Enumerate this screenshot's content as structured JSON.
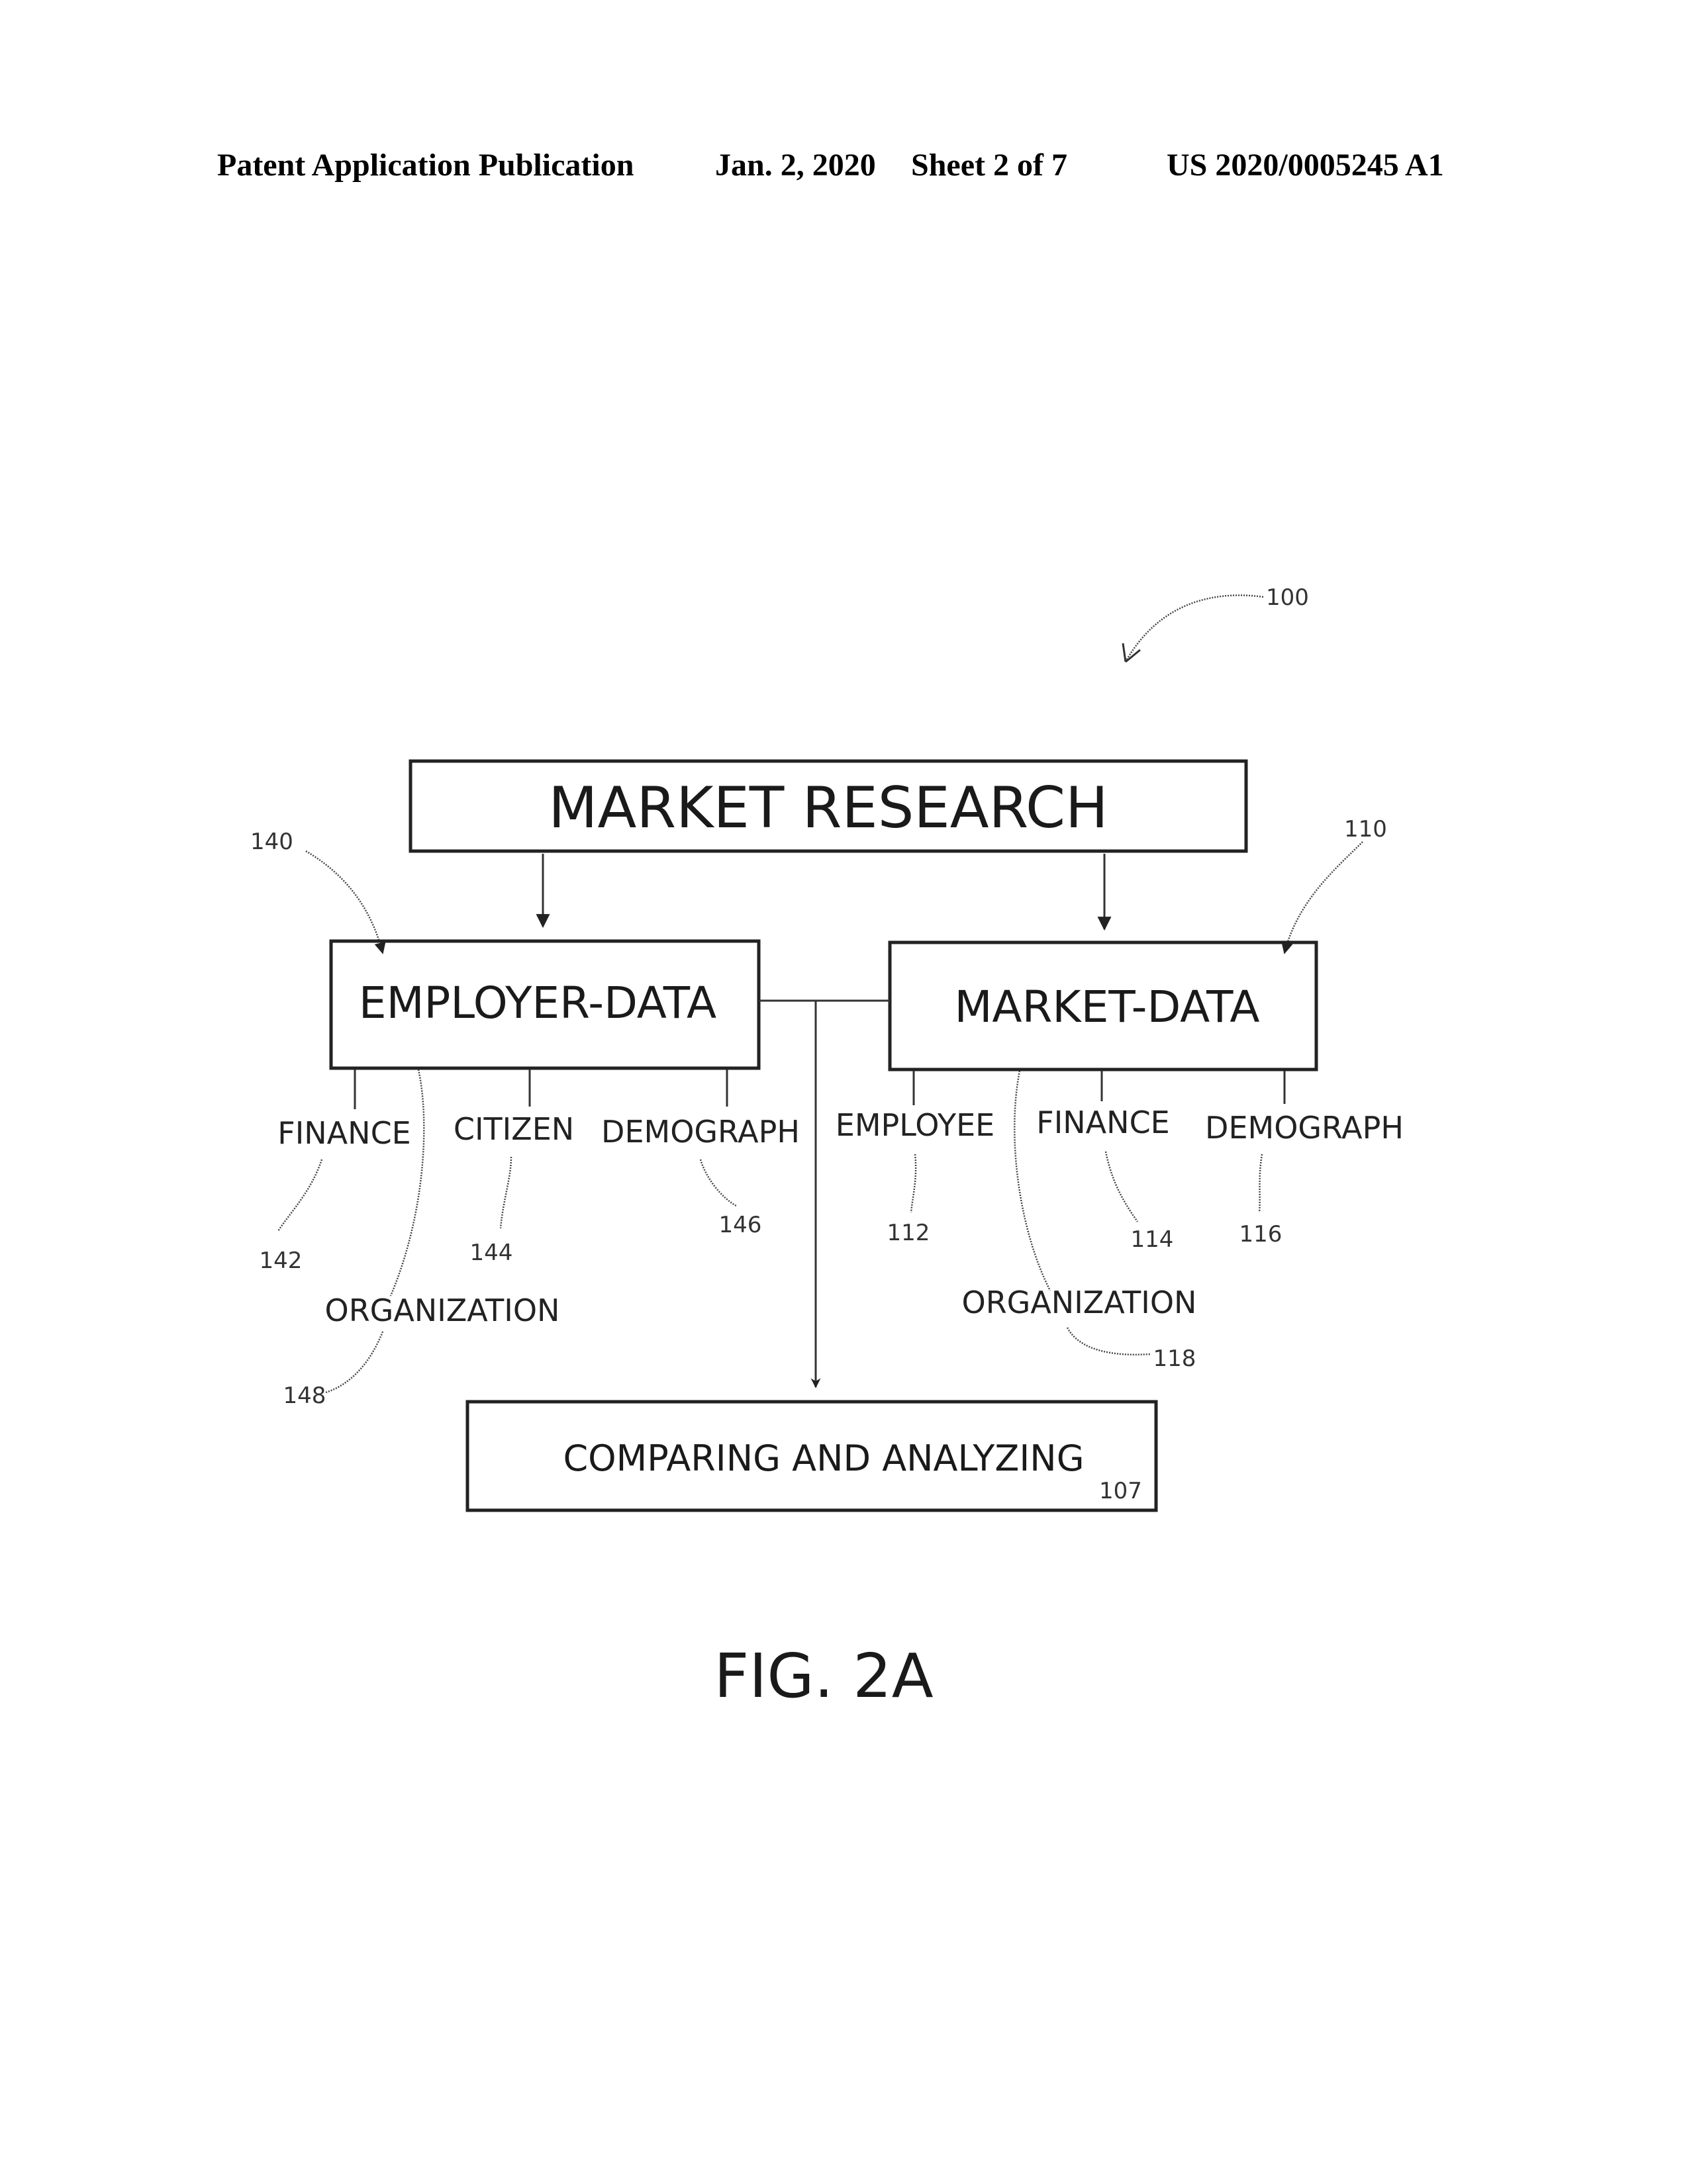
{
  "header": {
    "publication": "Patent Application Publication",
    "date": "Jan. 2, 2020",
    "sheet": "Sheet 2 of 7",
    "number": "US 2020/0005245 A1"
  },
  "figure": {
    "caption": "FIG. 2A",
    "system_ref": "100",
    "boxes": {
      "market_research": "MARKET RESEARCH",
      "employer_data": "EMPLOYER-DATA",
      "market_data": "MARKET-DATA",
      "comparing": "COMPARING AND ANALYZING"
    },
    "refs": {
      "employer_data": "140",
      "market_data": "110",
      "comparing": "107"
    },
    "employer_items": [
      {
        "label": "FINANCE",
        "ref": "142"
      },
      {
        "label": "CITIZEN",
        "ref": "144"
      },
      {
        "label": "DEMOGRAPH",
        "ref": "146"
      },
      {
        "label": "ORGANIZATION",
        "ref": "148"
      }
    ],
    "market_items": [
      {
        "label": "EMPLOYEE",
        "ref": "112"
      },
      {
        "label": "FINANCE",
        "ref": "114"
      },
      {
        "label": "DEMOGRAPH",
        "ref": "116"
      },
      {
        "label": "ORGANIZATION",
        "ref": "118"
      }
    ]
  }
}
